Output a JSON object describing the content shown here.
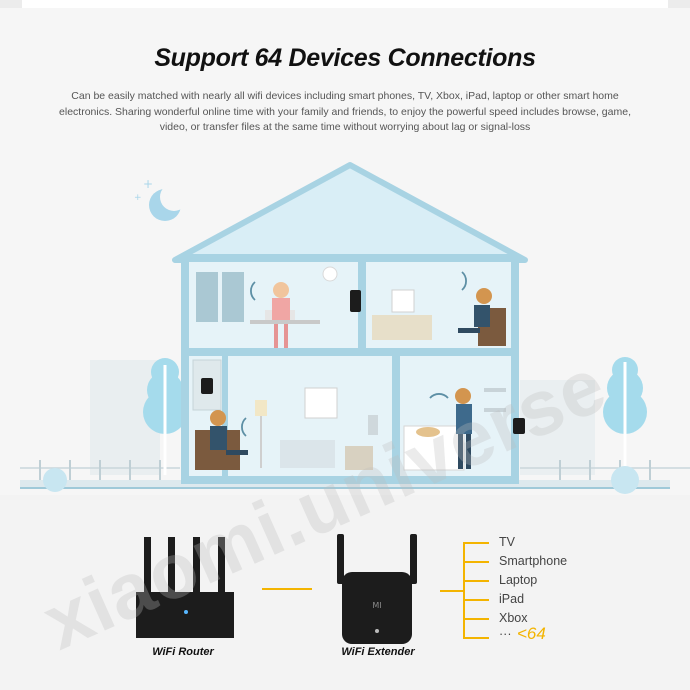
{
  "heading": {
    "title": "Support 64 Devices Connections",
    "description": "Can be easily matched with nearly all wifi devices including smart phones, TV, Xbox, iPad, laptop or other smart home electronics. Sharing wonderful online time with your family and friends, to enjoy the powerful speed includes browse, game, video, or transfer files at the same time without worrying about lag or signal-loss"
  },
  "diagram": {
    "router_label": "WiFi Router",
    "extender_label": "WiFi Extender",
    "extender_logo": "MI",
    "devices": [
      "TV",
      "Smartphone",
      "Laptop",
      "iPad",
      "Xbox"
    ],
    "more_marker": "···",
    "limit_label": "<64"
  },
  "watermark": "xiaomi.universe",
  "colors": {
    "accent": "#f3b400",
    "house": "#b6dcea",
    "device": "#1c1c1c"
  },
  "icons": [
    "moon-icon",
    "star-icon",
    "wifi-icon",
    "tree-icon",
    "router-icon",
    "extender-icon"
  ]
}
